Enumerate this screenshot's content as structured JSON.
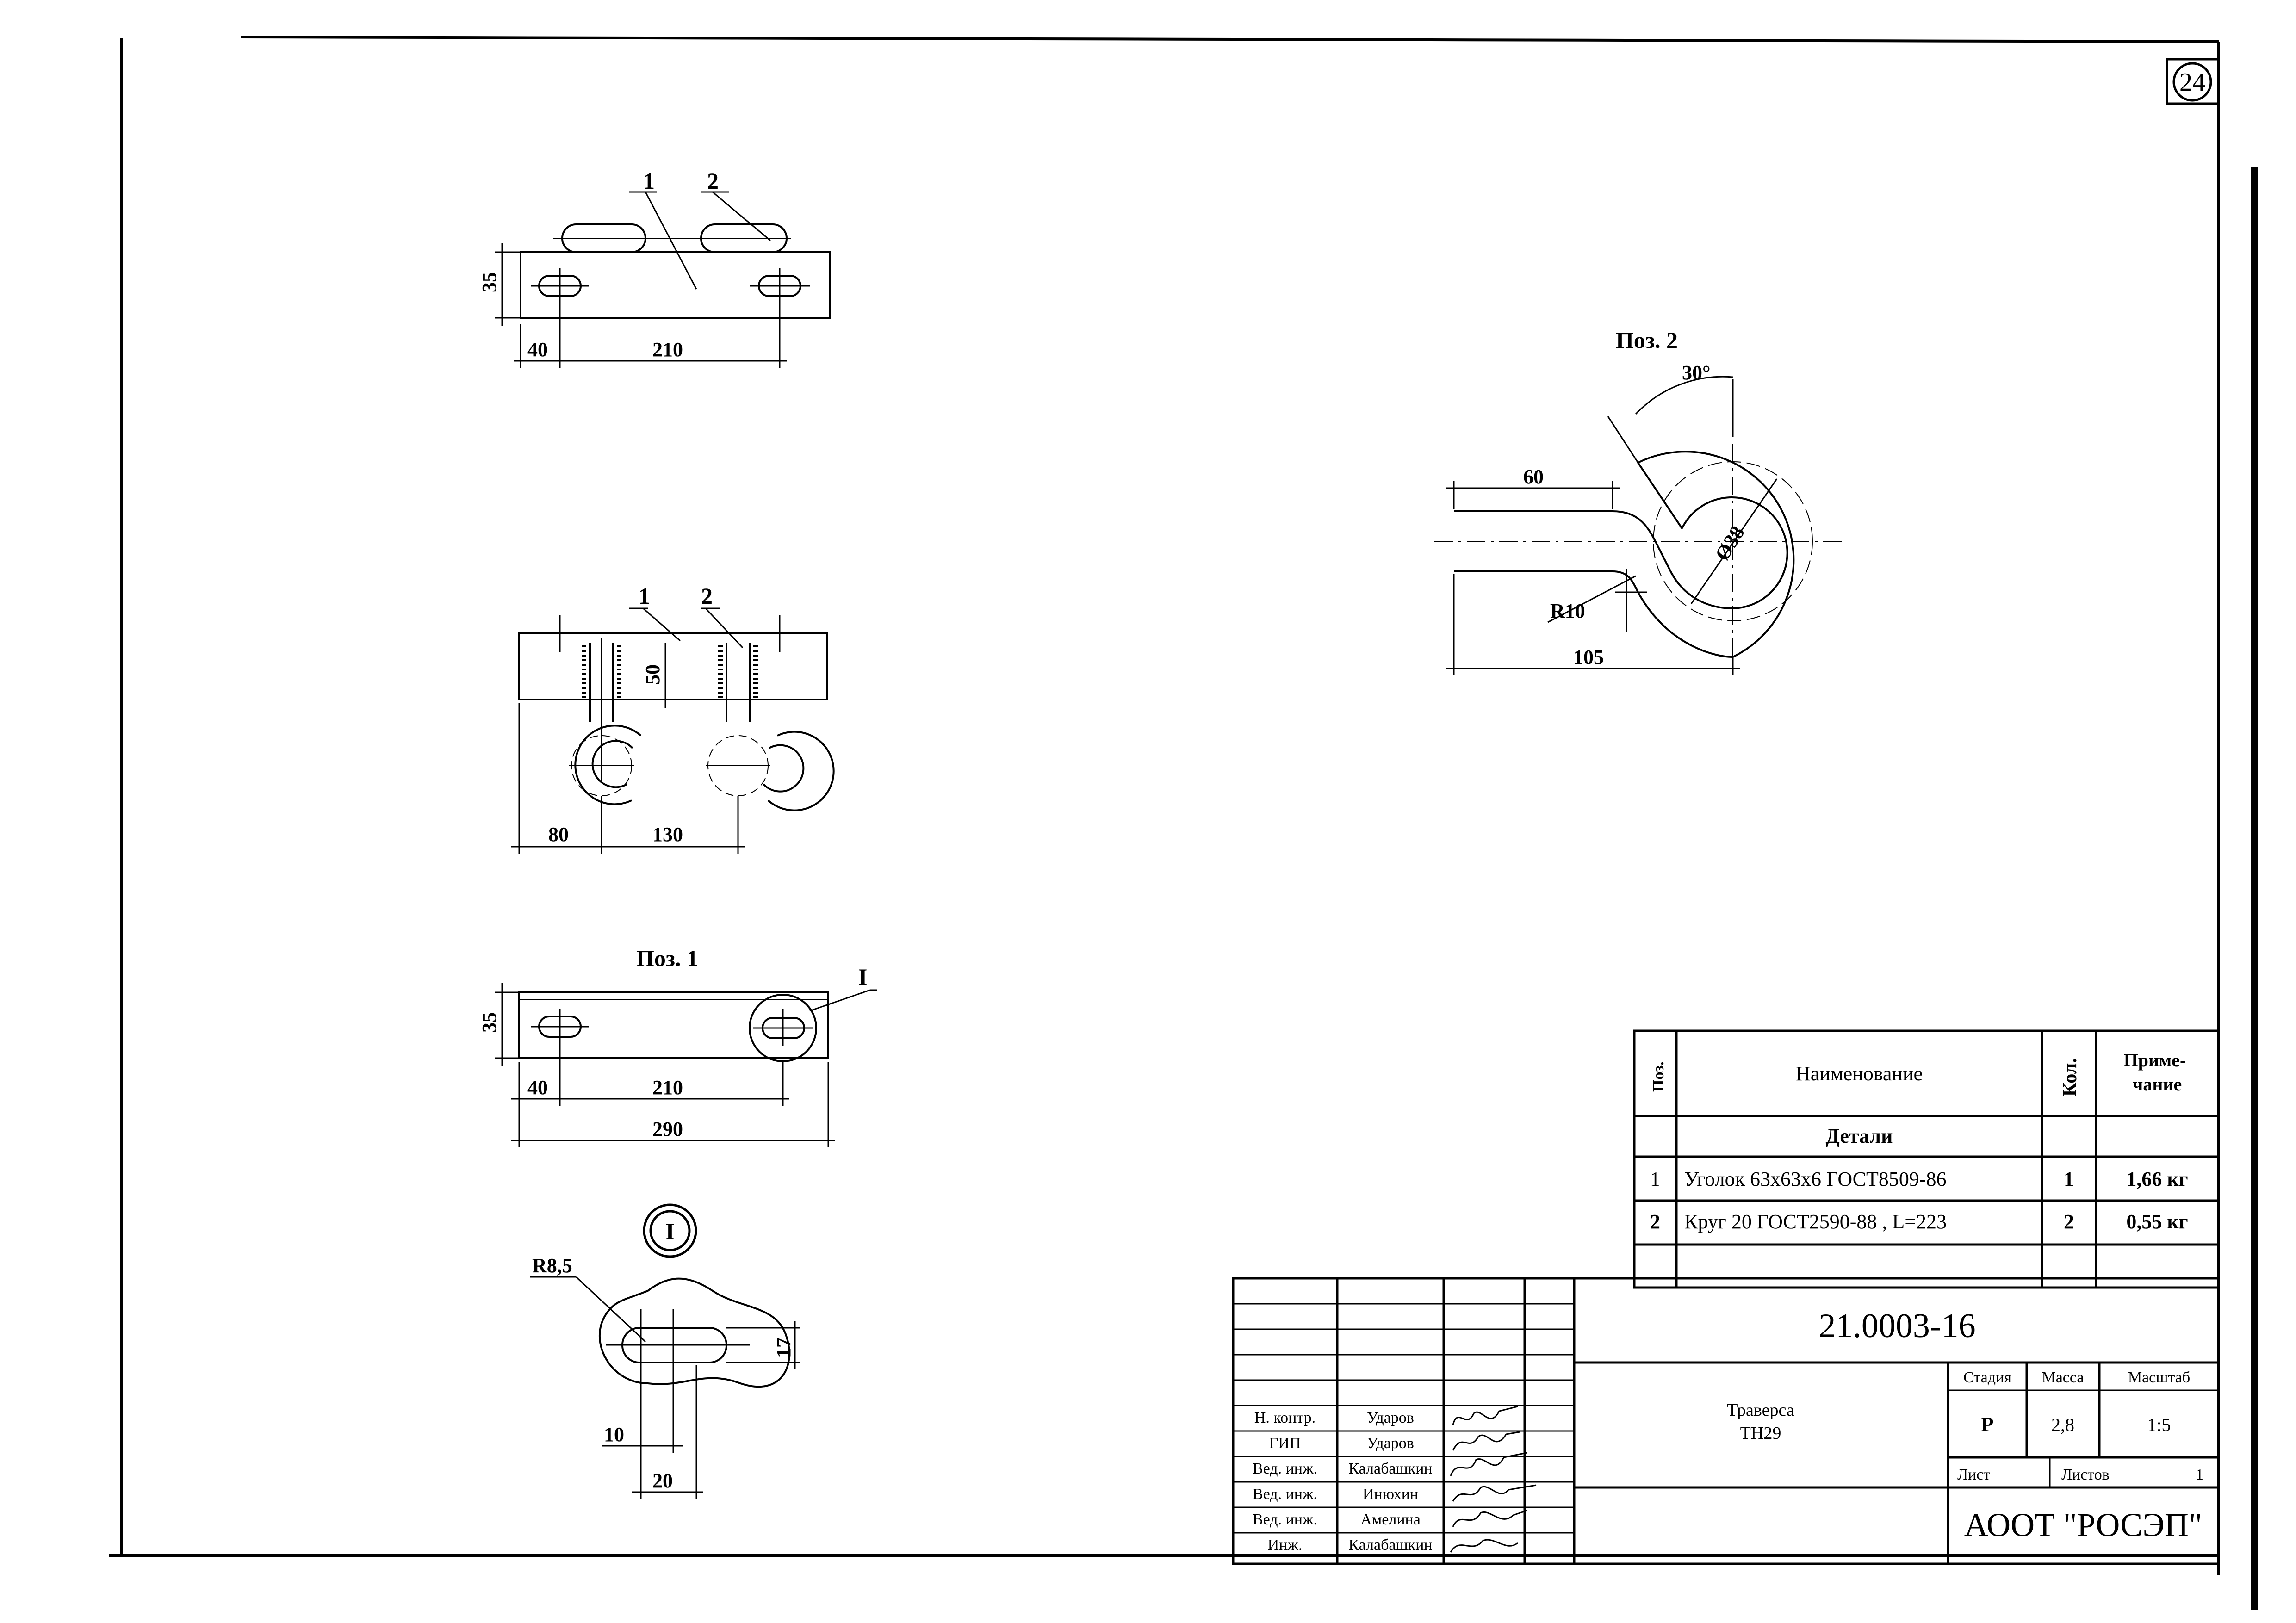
{
  "sheet_number": "24",
  "view_top": {
    "callouts": [
      "1",
      "2"
    ],
    "dims": [
      "35",
      "40",
      "210"
    ]
  },
  "view_front": {
    "callouts": [
      "1",
      "2"
    ],
    "dims": [
      "50",
      "80",
      "130"
    ]
  },
  "pos1": {
    "title": "Поз. 1",
    "detail_ref": "I",
    "dims": [
      "35",
      "40",
      "210",
      "290"
    ]
  },
  "detail_I": {
    "label": "I",
    "dims": [
      "R8,5",
      "17",
      "10",
      "20"
    ]
  },
  "pos2": {
    "title": "Поз. 2",
    "dims": [
      "30°",
      "60",
      "Ø38",
      "R10",
      "105"
    ]
  },
  "spec_table": {
    "headers": {
      "pos": "Поз.",
      "name": "Наименование",
      "qty": "Кол.",
      "note": "Приме-\nчание"
    },
    "section": "Детали",
    "rows": [
      {
        "pos": "1",
        "name": "Уголок 63х63х6 ГОСТ8509-86",
        "qty": "1",
        "note": "1,66 кг"
      },
      {
        "pos": "2",
        "name": "Круг 20 ГОСТ2590-88 , L=223",
        "qty": "2",
        "note": "0,55 кг"
      }
    ]
  },
  "title_block": {
    "doc_code": "21.0003-16",
    "item_name_line1": "Траверса",
    "item_name_line2": "ТН29",
    "stage_label": "Стадия",
    "mass_label": "Масса",
    "scale_label": "Масштаб",
    "stage": "Р",
    "mass": "2,8",
    "scale": "1:5",
    "sheet_label": "Лист",
    "sheets_label": "Листов",
    "sheets_count": "1",
    "organization": "АООТ \"РОСЭП\"",
    "roles": [
      {
        "role": "Н. контр.",
        "name": "Ударов"
      },
      {
        "role": "ГИП",
        "name": "Ударов"
      },
      {
        "role": "Вед. инж.",
        "name": "Калабашкин"
      },
      {
        "role": "Вед. инж.",
        "name": "Инюхин"
      },
      {
        "role": "Вед. инж.",
        "name": "Амелина"
      },
      {
        "role": "Инж.",
        "name": "Калабашкин"
      }
    ]
  }
}
